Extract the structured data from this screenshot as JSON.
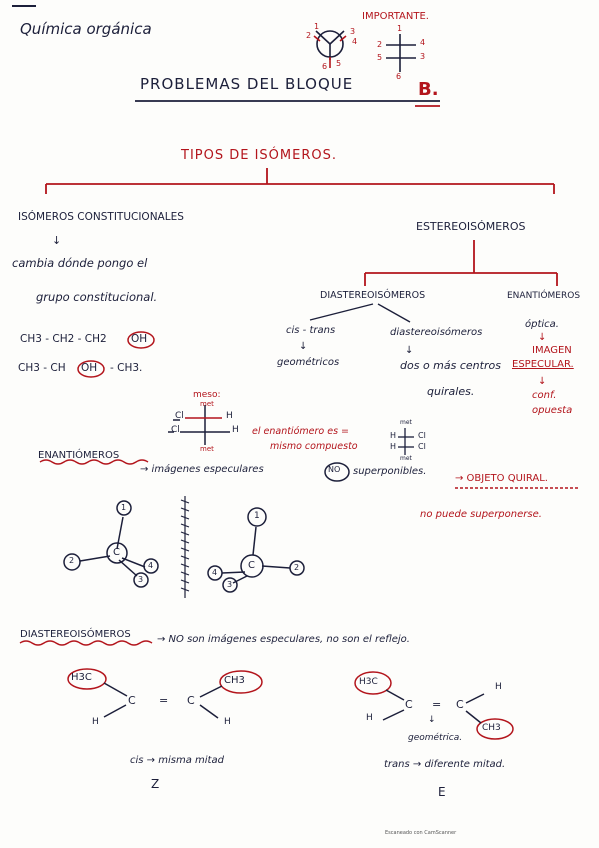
{
  "colors": {
    "ink": "#1c1f3a",
    "red": "#b3151c",
    "paper": "#fdfdfb"
  },
  "header": {
    "title": "Química orgánica",
    "subtitle": "PROBLEMAS DEL BLOQUE",
    "block_letter": "B.",
    "important": "IMPORTANTE.",
    "newman_labels": [
      "1",
      "2",
      "3",
      "4",
      "5",
      "6"
    ],
    "fischer_labels": [
      "1",
      "2",
      "3",
      "4",
      "5",
      "6"
    ]
  },
  "section": {
    "title": "TIPOS DE ISÓMEROS."
  },
  "constitucionales": {
    "heading": "ISÓMEROS CONSTITUCIONALES",
    "arrow": "↓",
    "text1": "cambia dónde pongo el",
    "text2": "grupo constitucional.",
    "formula1": [
      "CH3 - CH2 - CH2",
      "OH"
    ],
    "formula2": [
      "CH3 - CH",
      "OH",
      "- CH3."
    ]
  },
  "estereoisomeros": {
    "heading": "ESTEREOISÓMEROS",
    "diastereo": "DIASTEREOISÓMEROS",
    "enantio": "ENANTIÓMEROS",
    "cis_trans": "cis - trans",
    "arrow1": "↓",
    "geometricos": "geométricos",
    "diastereo_lower": "diastereoisómeros",
    "arrow2": "↓",
    "centros1": "dos o más centros",
    "centros2": "quirales.",
    "optica": "óptica.",
    "arrow3": "↓",
    "imagen1": "IMAGEN",
    "imagen2": "ESPECULAR.",
    "arrow4": "↓",
    "conf1": "conf.",
    "conf2": "opuesta"
  },
  "meso": {
    "label": "meso:",
    "sub": "met",
    "cl1": "Cl",
    "h1": "H",
    "cl2": "Cl",
    "h2": "H",
    "bottom": "met",
    "text1": "el enantiómero es =",
    "text2": "mismo compuesto",
    "r_top": "met",
    "r_h1": "H",
    "r_cl1": "Cl",
    "r_h2": "H",
    "r_cl2": "Cl",
    "r_bottom": "met"
  },
  "enantiomeros": {
    "heading": "ENANTIÓMEROS",
    "text_a": "→ imágenes especulares",
    "no": "NO",
    "text_b": "superponibles.",
    "quiral": "→ OBJETO QUIRAL.",
    "text2": "no puede superponerse.",
    "center": "C",
    "left_labels": [
      "1",
      "2",
      "3",
      "4"
    ],
    "right_labels": [
      "1",
      "2",
      "3",
      "4"
    ]
  },
  "diastereo_section": {
    "heading": "DIASTEREOISÓMEROS",
    "text": "→ NO son imágenes especulares, no son el reflejo.",
    "cis": {
      "h3c": "H3C",
      "c1": "C",
      "eq": "=",
      "c2": "C",
      "ch3": "CH3",
      "h1": "H",
      "h2": "H",
      "caption": "cis → misma mitad",
      "letter": "Z"
    },
    "trans": {
      "h3c": "H3C",
      "c1": "C",
      "eq": "=",
      "c2": "C",
      "h_top": "H",
      "h_left": "H",
      "ch3": "CH3",
      "arrow": "↓",
      "geometrica": "geométrica.",
      "caption": "trans → diferente mitad.",
      "letter": "E"
    }
  },
  "footer": {
    "scanned": "Escaneado con CamScanner"
  }
}
